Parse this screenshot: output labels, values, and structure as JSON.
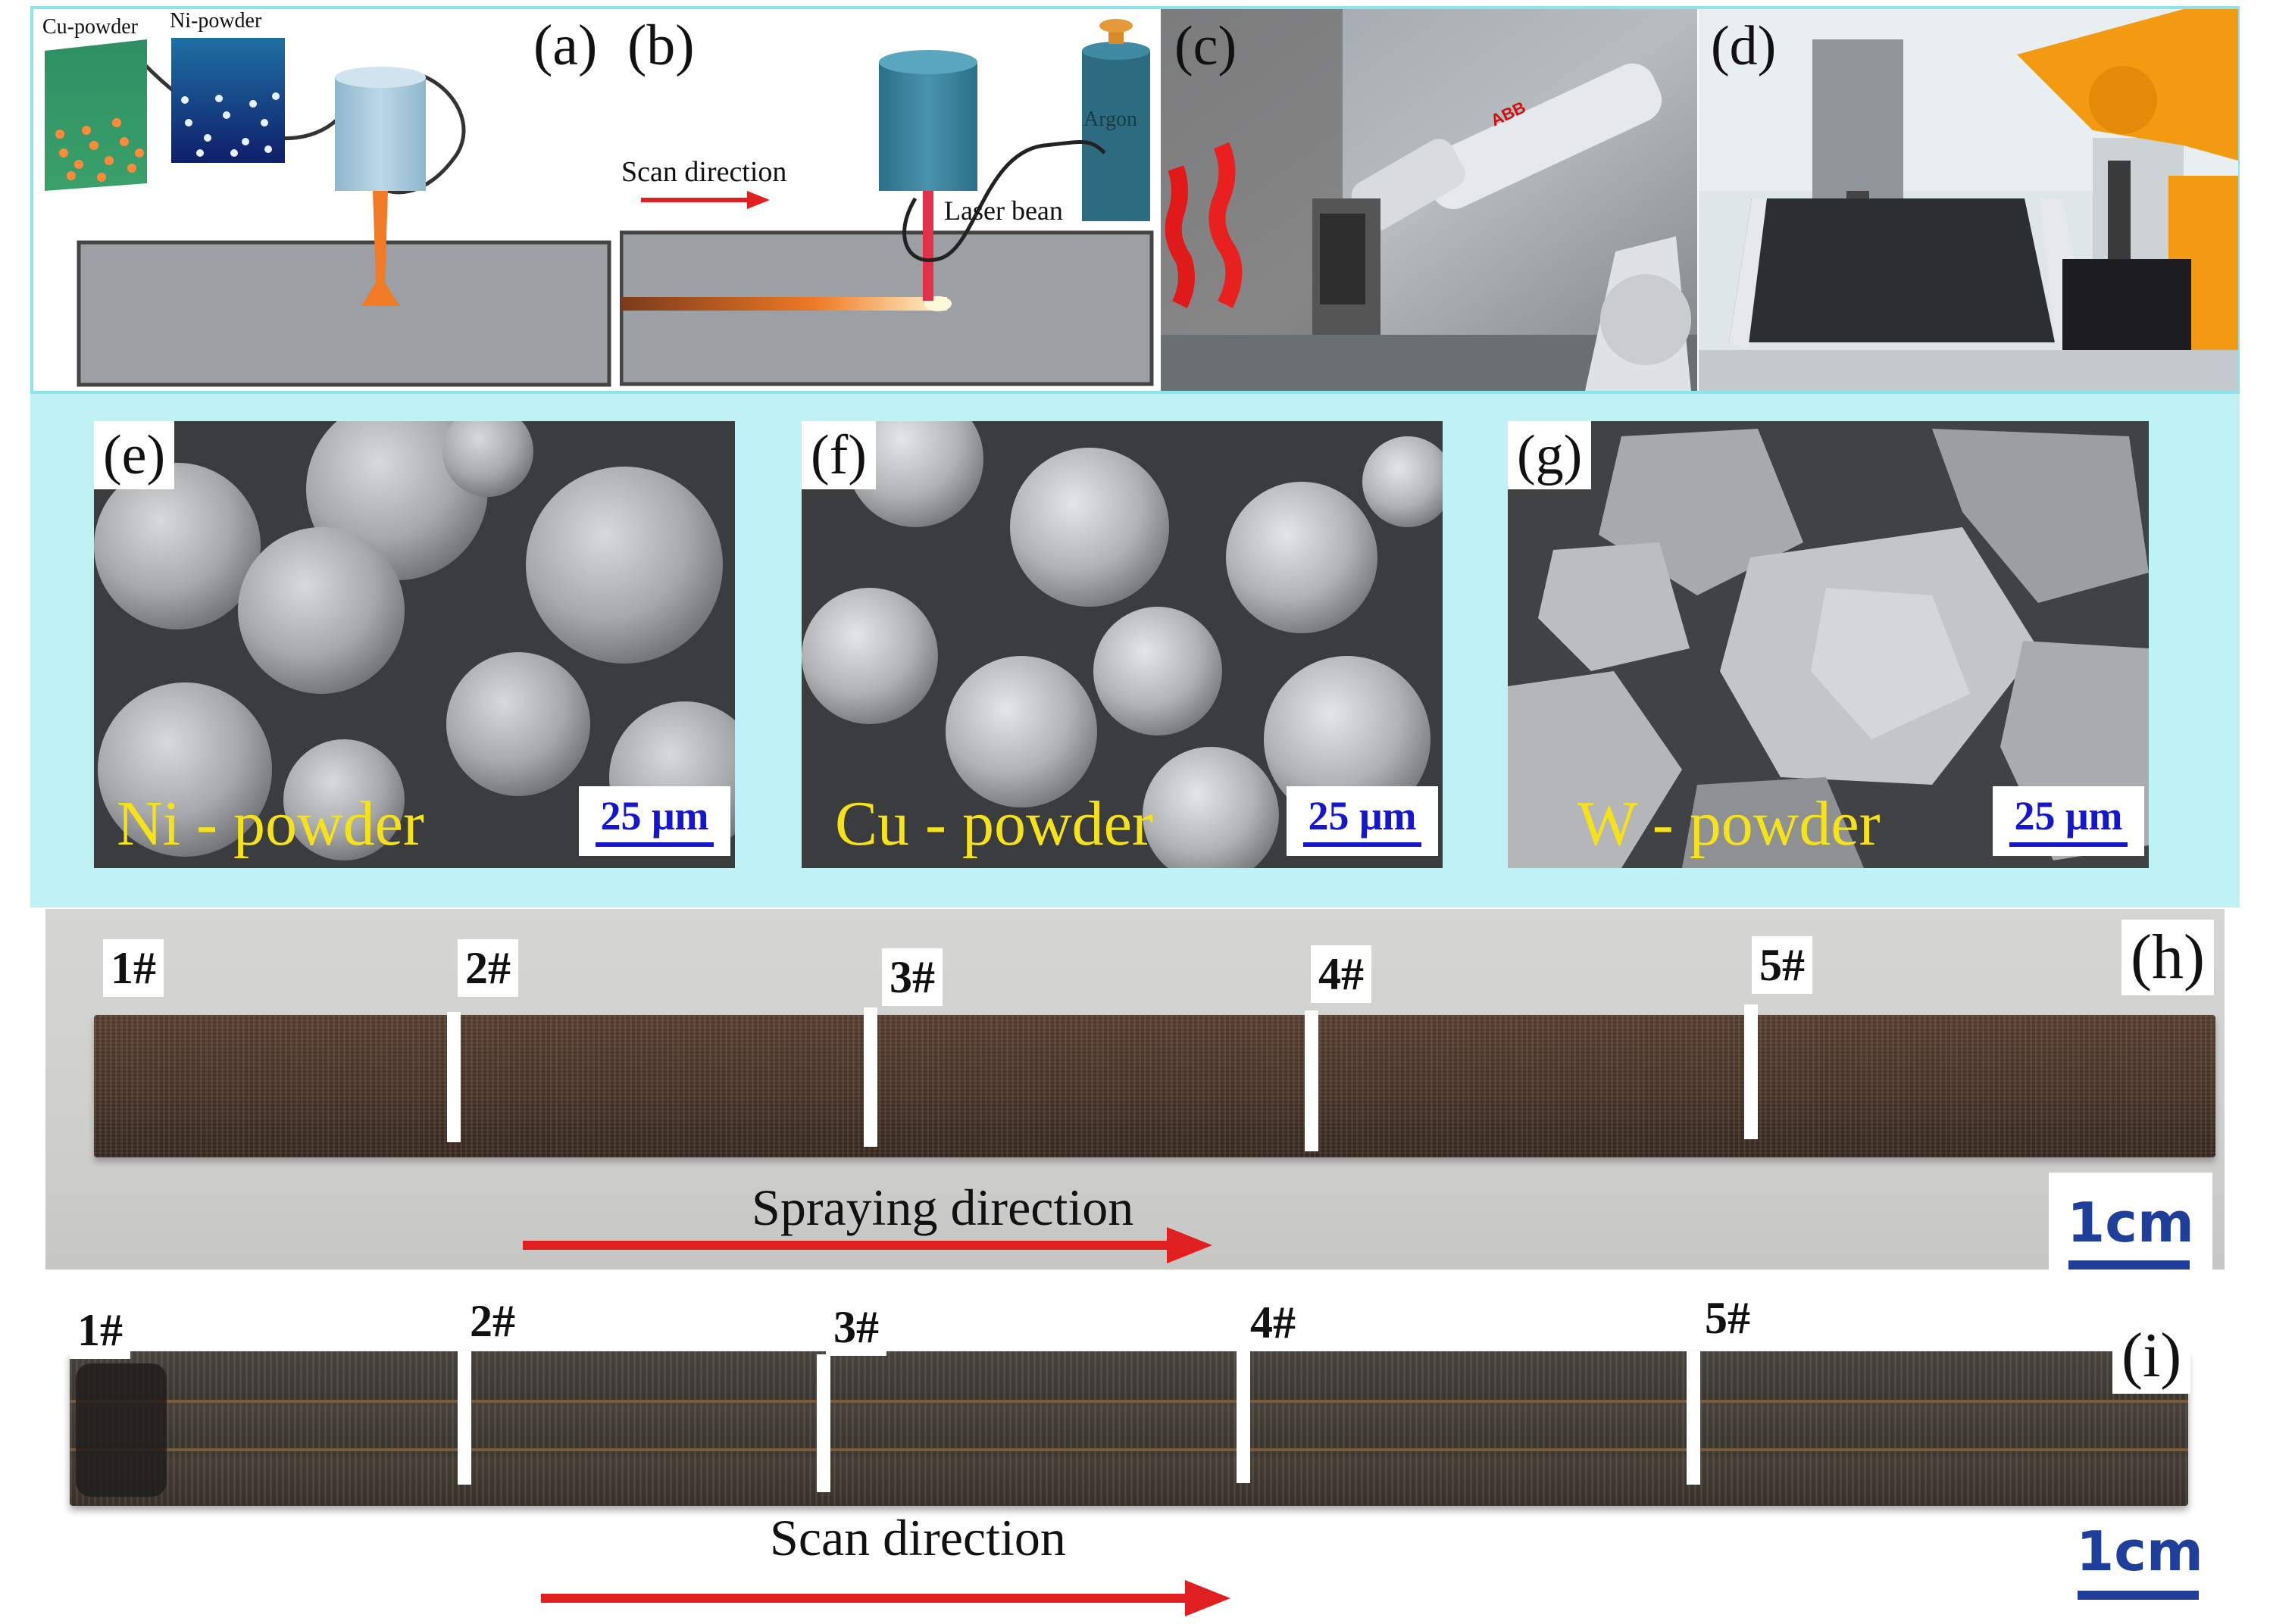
{
  "figure": {
    "panels": {
      "a": {
        "label": "(a)",
        "cu_label": "Cu-powder",
        "ni_label": "Ni-powder"
      },
      "b": {
        "label": "(b)",
        "scan_label": "Scan direction",
        "laser_label": "Laser bean",
        "argon_label": "Argon"
      },
      "c": {
        "label": "(c)",
        "robot_brand": "ABB"
      },
      "d": {
        "label": "(d)"
      },
      "e": {
        "label": "(e)",
        "name": "Ni - powder",
        "scale": "25 μm"
      },
      "f": {
        "label": "(f)",
        "name": "Cu - powder",
        "scale": "25 μm"
      },
      "g": {
        "label": "(g)",
        "name": "W - powder",
        "scale": "25 μm"
      },
      "h": {
        "label": "(h)",
        "markers": [
          "1#",
          "2#",
          "3#",
          "4#",
          "5#"
        ],
        "direction": "Spraying direction",
        "scale": "1cm"
      },
      "i": {
        "label": "(i)",
        "markers": [
          "1#",
          "2#",
          "3#",
          "4#",
          "5#"
        ],
        "direction": "Scan direction",
        "scale": "1cm"
      }
    },
    "colors": {
      "border_cyan": "#8fe3ea",
      "arrow_red": "#e02020",
      "sem_label_yellow": "#f6e21a",
      "scale_blue": "#1616cc",
      "cm_blue": "#1f3f9a",
      "robot_orange": "#f29b12",
      "substrate_gray": "#9c9fa3"
    }
  }
}
